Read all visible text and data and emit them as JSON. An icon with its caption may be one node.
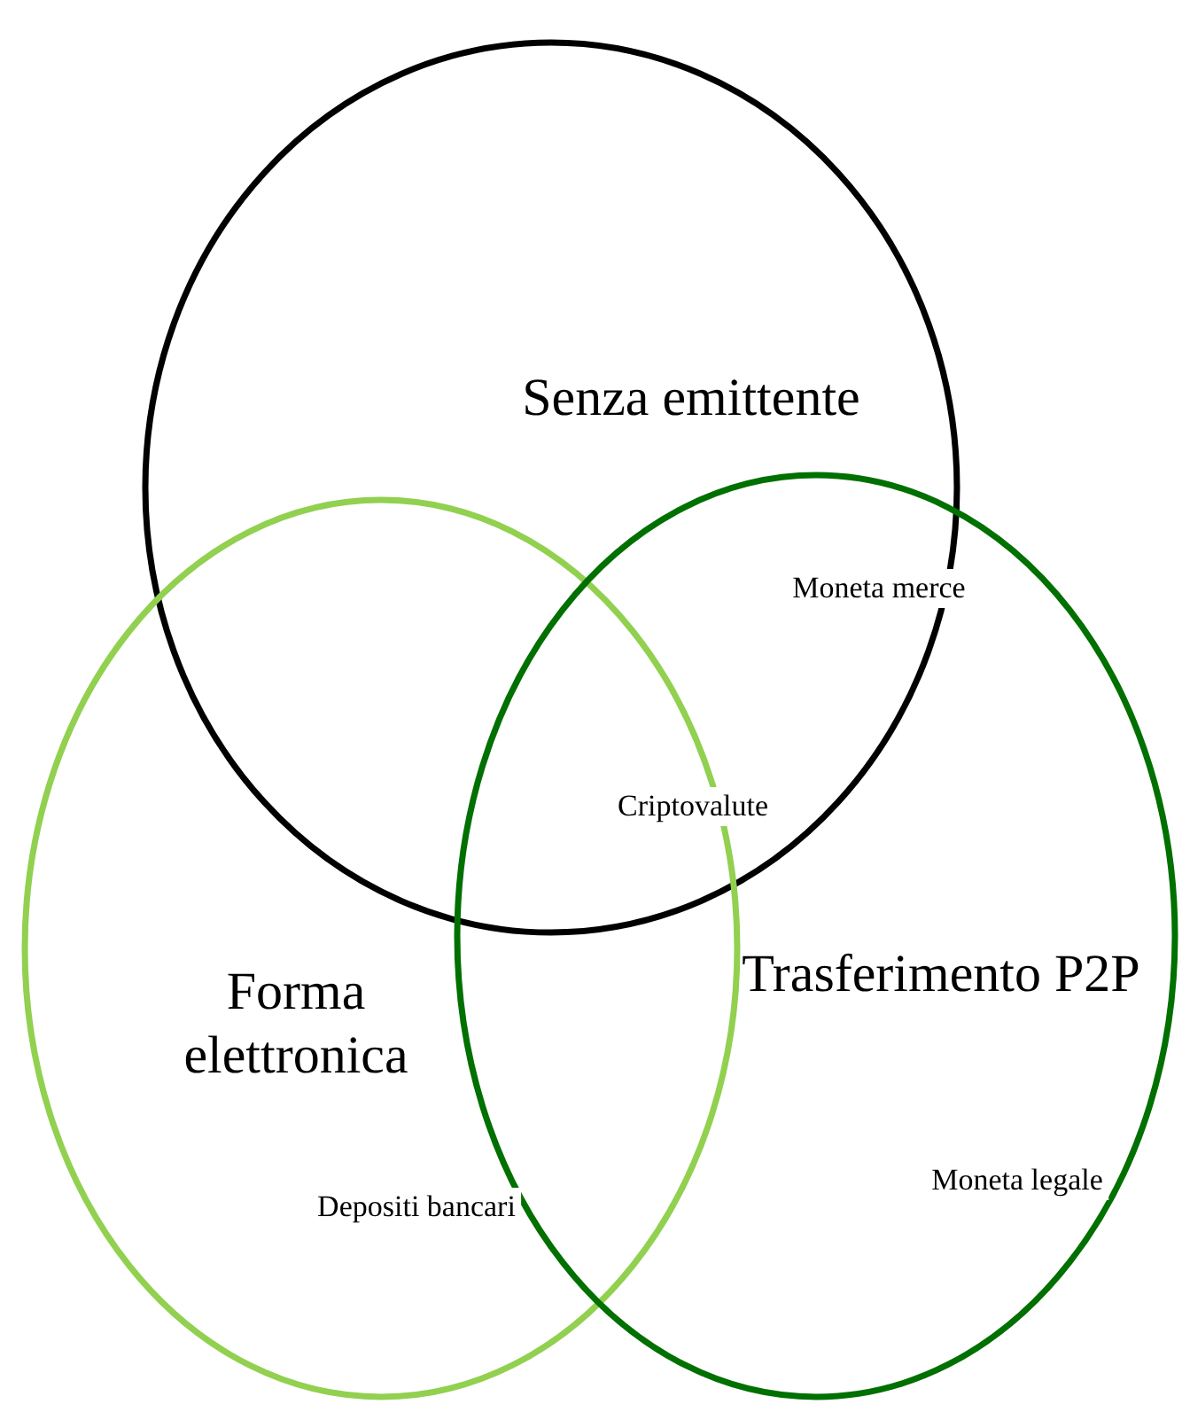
{
  "diagram": {
    "nodes": [
      {
        "text": [
          "Senza emittente"
        ]
      },
      {
        "text": [
          "Forma elettronica"
        ]
      },
      {
        "text": [
          "Trasferimento P2P"
        ]
      }
    ],
    "labels": [
      "Moneta merce",
      "Criptovalute",
      "Depositi bancari",
      "Moneta legale"
    ]
  }
}
